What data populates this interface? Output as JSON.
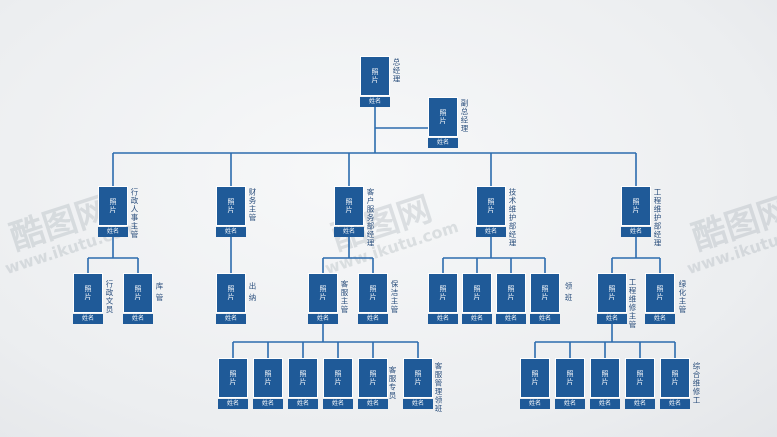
{
  "colors": {
    "card": "#1f5a98",
    "line": "#2c6cae",
    "role_text": "#2a4e7c"
  },
  "card_photo_text": [
    "照",
    "片"
  ],
  "card_name_text": "姓名",
  "watermark": {
    "logo": "酷图网",
    "url": "www.ikutu.com"
  },
  "roles": {
    "gm": "总经理",
    "dgm": "副总经理",
    "admin": "行政人事主管",
    "finance": "财务主管",
    "customer": "客户服务部经理",
    "tech": "技术维护部经理",
    "engineering": "工程维护部经理",
    "admin_clerk": "行政文员",
    "warehouse": "库管",
    "cashier": "出纳",
    "cs_supervisor": "客服主管",
    "cleaning": "保洁主管",
    "team_tech": "领班",
    "eng_supervisor": "工程维修主管",
    "green": "绿化主管",
    "cs_specialist": "客服专员",
    "cs_team": "客服管理领班",
    "maint_worker": "综合维修工"
  }
}
